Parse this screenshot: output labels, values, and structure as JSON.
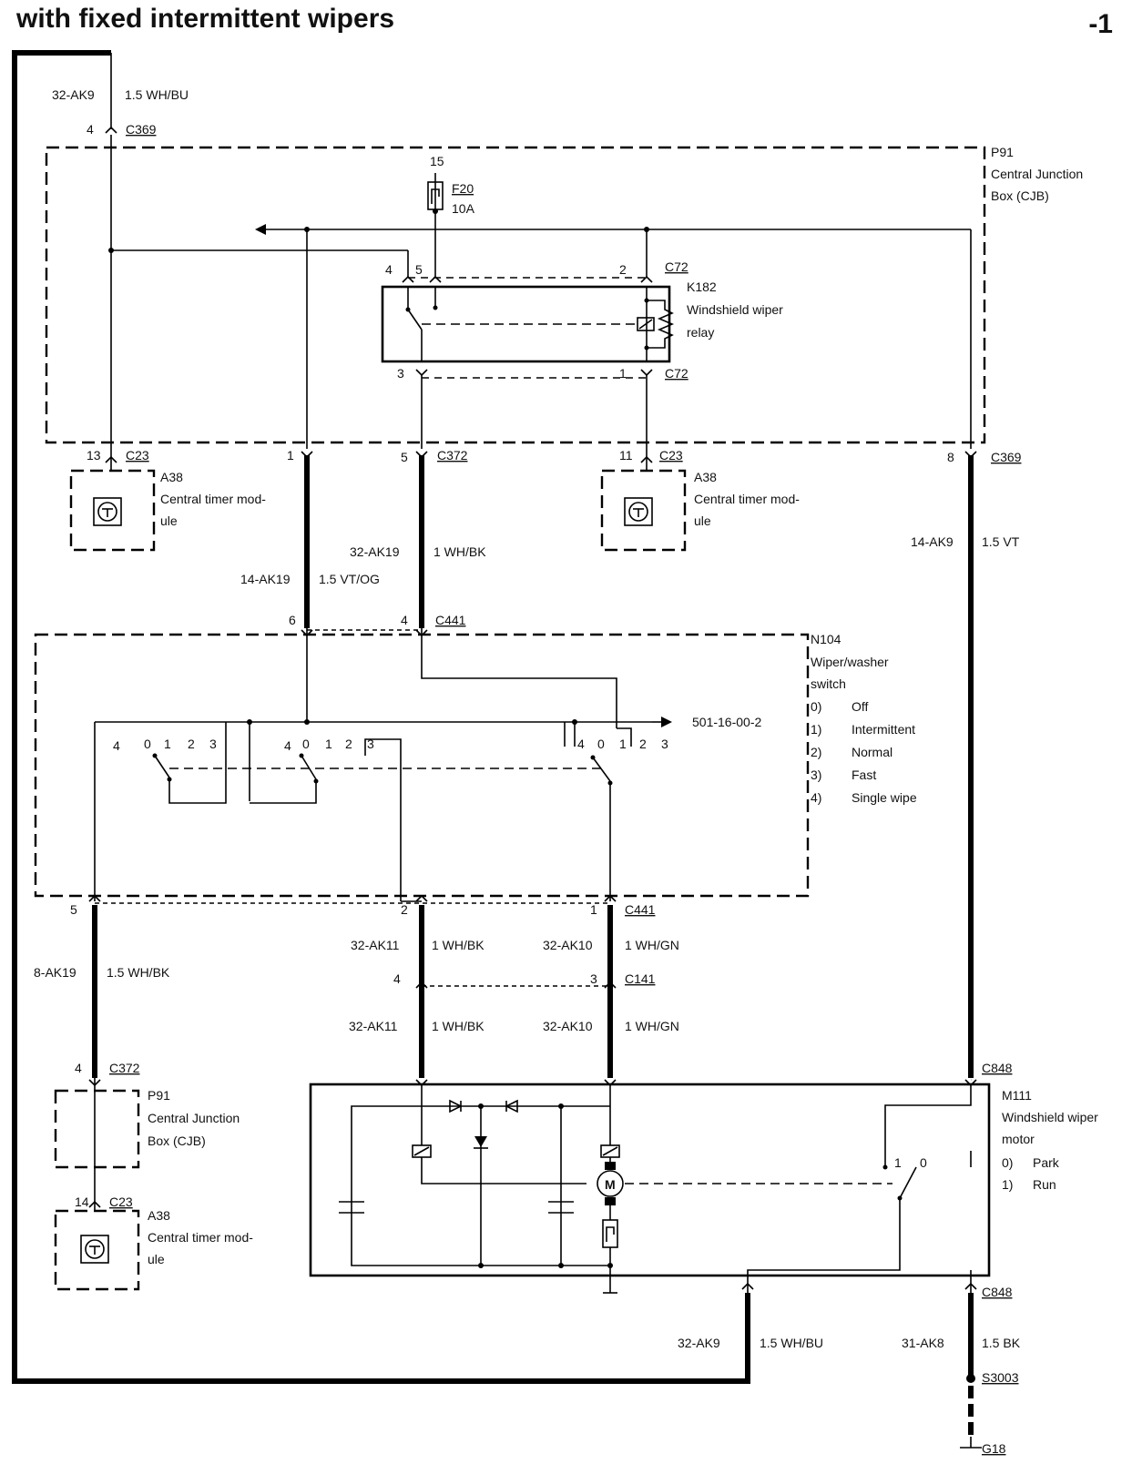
{
  "title": "with fixed intermittent wipers",
  "page_ref": "-1",
  "cross_reference": "501-16-00-2",
  "components": {
    "cjb_top": {
      "id": "P91",
      "name_l1": "Central Junction",
      "name_l2": "Box (CJB)"
    },
    "cjb_bottom": {
      "id": "P91",
      "name_l1": "Central Junction",
      "name_l2": "Box (CJB)"
    },
    "fuse": {
      "id": "F20",
      "rating": "10A",
      "feed": "15"
    },
    "relay": {
      "id": "K182",
      "name_l1": "Windshield wiper",
      "name_l2": "relay"
    },
    "timer_left": {
      "id": "A38",
      "name_l1": "Central timer mod-",
      "name_l2": "ule"
    },
    "timer_mid": {
      "id": "A38",
      "name_l1": "Central timer mod-",
      "name_l2": "ule"
    },
    "timer_bottom": {
      "id": "A38",
      "name_l1": "Central timer mod-",
      "name_l2": "ule"
    },
    "switch": {
      "id": "N104",
      "name_l1": "Wiper/washer",
      "name_l2": "switch",
      "positions": [
        {
          "num": "0)",
          "label": "Off"
        },
        {
          "num": "1)",
          "label": "Intermittent"
        },
        {
          "num": "2)",
          "label": "Normal"
        },
        {
          "num": "3)",
          "label": "Fast"
        },
        {
          "num": "4)",
          "label": "Single wipe"
        }
      ]
    },
    "motor": {
      "id": "M111",
      "name_l1": "Windshield wiper",
      "name_l2": "motor",
      "positions": [
        {
          "num": "0)",
          "label": "Park"
        },
        {
          "num": "1)",
          "label": "Run"
        }
      ]
    },
    "splice": "S3003",
    "ground": "G18"
  },
  "connectors": {
    "c369_top": "C369",
    "c369_right": "C369",
    "c72_top": "C72",
    "c72_bottom": "C72",
    "c23_left": "C23",
    "c23_mid": "C23",
    "c23_bottom": "C23",
    "c372_top": "C372",
    "c372_bottom": "C372",
    "c441_top": "C441",
    "c441_bottom": "C441",
    "c141": "C141",
    "c848_top": "C848",
    "c848_bottom": "C848"
  },
  "pins": {
    "c369_top": "4",
    "c369_right": "8",
    "c72_4": "4",
    "c72_5": "5",
    "c72_2": "2",
    "c72_3": "3",
    "c72_1": "1",
    "c23_left": "13",
    "c23_mid": "11",
    "c23_bottom": "14",
    "c372_top_1": "1",
    "c372_top_5": "5",
    "c372_bottom": "4",
    "c441_top_6": "6",
    "c441_top_4": "4",
    "c441_bot_5": "5",
    "c441_bot_2": "2",
    "c441_bot_1": "1",
    "c141_4": "4",
    "c141_3": "3",
    "motor_1": "1",
    "motor_0": "0"
  },
  "switch_contacts": {
    "group_a": [
      "4",
      "0",
      "1",
      "2",
      "3"
    ],
    "group_b": [
      "4",
      "0",
      "1",
      "2",
      "3"
    ],
    "group_c": [
      "4",
      "0",
      "1",
      "2",
      "3"
    ]
  },
  "wires": {
    "top_feed": {
      "circuit": "32-AK9",
      "spec": "1.5 WH/BU"
    },
    "right_feed": {
      "circuit": "14-AK9",
      "spec": "1.5 VT"
    },
    "relay_to_switch": {
      "circuit": "14-AK19",
      "spec": "1.5 VT/OG"
    },
    "relay_out": {
      "circuit": "32-AK19",
      "spec": "1 WH/BK"
    },
    "switch_to_cjb": {
      "circuit": "8-AK19",
      "spec": "1.5 WH/BK"
    },
    "ak11_upper": {
      "circuit": "32-AK11",
      "spec": "1 WH/BK"
    },
    "ak10_upper": {
      "circuit": "32-AK10",
      "spec": "1 WH/GN"
    },
    "ak11_lower": {
      "circuit": "32-AK11",
      "spec": "1 WH/BK"
    },
    "ak10_lower": {
      "circuit": "32-AK10",
      "spec": "1 WH/GN"
    },
    "motor_return": {
      "circuit": "32-AK9",
      "spec": "1.5 WH/BU"
    },
    "ground_wire": {
      "circuit": "31-AK8",
      "spec": "1.5 BK"
    }
  }
}
